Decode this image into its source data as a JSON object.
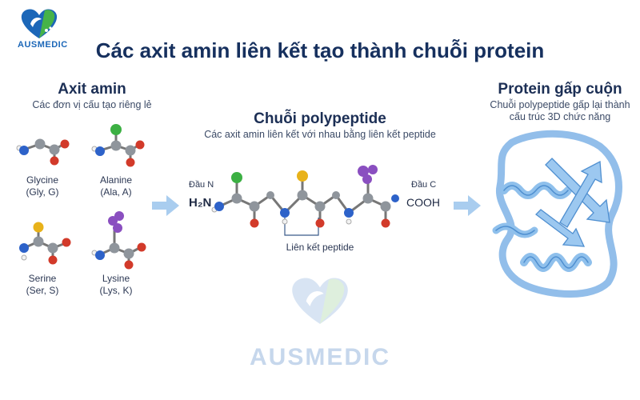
{
  "brand": {
    "name": "AUSMEDIC",
    "watermark": "AUSMEDIC"
  },
  "title": "Các axit amin liên kết tạo thành chuỗi protein",
  "amino_acids": {
    "heading": "Axit amin",
    "subheading": "Các đơn vị cấu tạo riêng lẻ",
    "items": [
      {
        "name": "Glycine",
        "code": "(Gly, G)",
        "side_chain_color": null
      },
      {
        "name": "Alanine",
        "code": "(Ala, A)",
        "side_chain_color": "#3cb043"
      },
      {
        "name": "Serine",
        "code": "(Ser, S)",
        "side_chain_color": "#e8b21a"
      },
      {
        "name": "Lysine",
        "code": "(Lys, K)",
        "side_chain_color": "#8a4fc0"
      }
    ]
  },
  "polypeptide": {
    "heading": "Chuỗi polypeptide",
    "subheading": "Các axit amin liên kết với nhau bằng liên kết peptide",
    "n_end_label": "Đầu N",
    "n_group": "H₂N",
    "c_end_label": "Đầu C",
    "c_group": "COOH",
    "bond_label": "Liên kết peptide"
  },
  "protein": {
    "heading": "Protein gấp cuộn",
    "subheading_line1": "Chuỗi polypeptide gấp lại thành",
    "subheading_line2": "cấu trúc 3D chức năng"
  },
  "colors": {
    "carbon": "#8f959c",
    "nitrogen": "#2d62c9",
    "oxygen": "#d23a2a",
    "hydrogen": "#f2f2f2",
    "arrow": "#a9cdef",
    "ribbon": "#8fc0ec",
    "title": "#16305e"
  }
}
